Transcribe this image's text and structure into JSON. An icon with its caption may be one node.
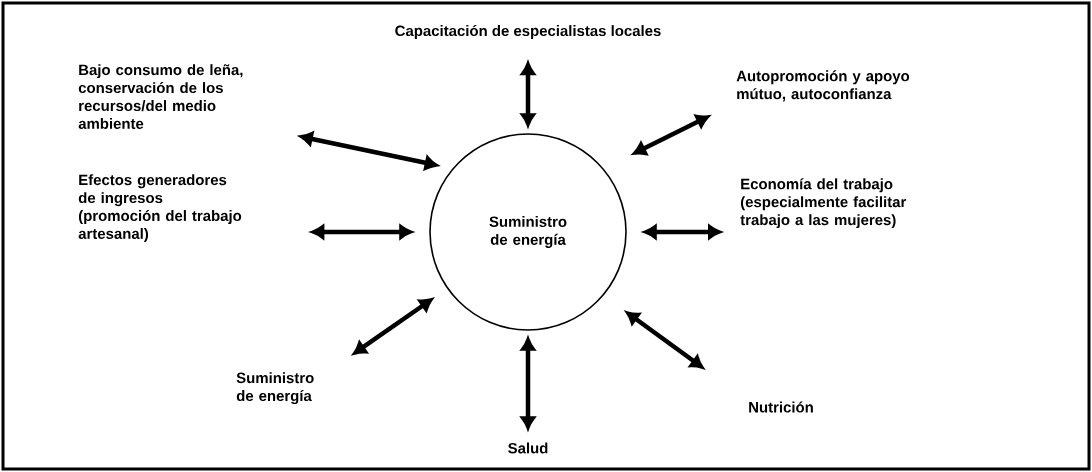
{
  "diagram": {
    "nodes": [
      {
        "text": [
          "Suministro de energía"
        ]
      },
      {
        "text": [
          "Capacitación de especialistas locales"
        ]
      },
      {
        "text": [
          "Bajo consumo de leña, conservación de los recursos/del medio ambiente"
        ]
      },
      {
        "text": [
          "Autopromoción y apoyo mútuo, autoconfianza"
        ]
      },
      {
        "text": [
          "Efectos generadores de ingresos (promoción del trabajo artesanal)"
        ]
      },
      {
        "text": [
          "Economía del trabajo (especialmente facilitar trabajo a las mujeres)"
        ]
      },
      {
        "text": [
          "Suministro de energía"
        ]
      },
      {
        "text": [
          "Nutrición"
        ]
      },
      {
        "text": [
          "Salud"
        ]
      }
    ],
    "edges": [
      {
        "from": 0,
        "to": 1,
        "arrow": "both"
      },
      {
        "from": 0,
        "to": 2,
        "arrow": "both"
      },
      {
        "from": 0,
        "to": 3,
        "arrow": "both"
      },
      {
        "from": 0,
        "to": 4,
        "arrow": "both"
      },
      {
        "from": 0,
        "to": 5,
        "arrow": "both"
      },
      {
        "from": 0,
        "to": 6,
        "arrow": "both"
      },
      {
        "from": 0,
        "to": 7,
        "arrow": "both"
      },
      {
        "from": 0,
        "to": 8,
        "arrow": "both"
      }
    ]
  }
}
